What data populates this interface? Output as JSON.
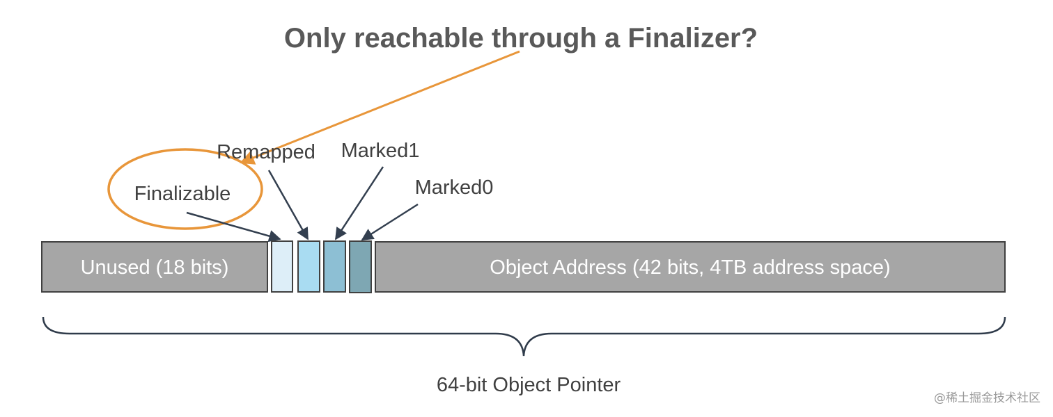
{
  "title": "Only reachable through a Finalizer?",
  "labels": {
    "finalizable": "Finalizable",
    "remapped": "Remapped",
    "marked1": "Marked1",
    "marked0": "Marked0"
  },
  "segments": {
    "unused": "Unused (18 bits)",
    "object_address": "Object Address (42 bits, 4TB address space)"
  },
  "brace_caption": "64-bit Object Pointer",
  "watermark": "@稀土掘金技术社区",
  "colors": {
    "segment_gray": "#a6a6a6",
    "outline": "#404040",
    "finalizable_bit": "#ddeef8",
    "remapped_bit": "#a9dcf2",
    "marked1_bit": "#8dbfd4",
    "marked0_bit": "#7ea7b3",
    "annotation_orange": "#e8963a",
    "arrow_dark": "#333f4f"
  }
}
